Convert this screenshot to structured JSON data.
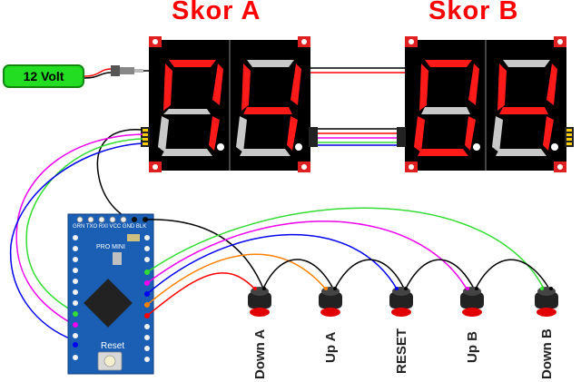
{
  "titles": {
    "score_a": "Skor A",
    "score_b": "Skor B"
  },
  "power": {
    "label": "12 Volt",
    "color": "#22dd22"
  },
  "board": {
    "name": "PRO MINI",
    "header_labels": "GRN TXO RXI VCC GND BLK",
    "reset_label": "Reset",
    "color": "#1a5fb4"
  },
  "displays": {
    "digit_color": "#ff1a1a",
    "off_segment_color": "#c8c8c8",
    "panel_color": "#000000",
    "mount_color": "#e02020"
  },
  "buttons": [
    {
      "label": "Down A",
      "wire_color": "#ff0000"
    },
    {
      "label": "Up A",
      "wire_color": "#ff8000"
    },
    {
      "label": "RESET",
      "wire_color": "#0000ee"
    },
    {
      "label": "Up B",
      "wire_color": "#ee00ee"
    },
    {
      "label": "Down B",
      "wire_color": "#33ee33"
    }
  ],
  "wire_colors": {
    "black": "#000000",
    "red": "#ff0000",
    "magenta": "#ee00ee",
    "green": "#33dd33",
    "blue": "#0000ee"
  }
}
